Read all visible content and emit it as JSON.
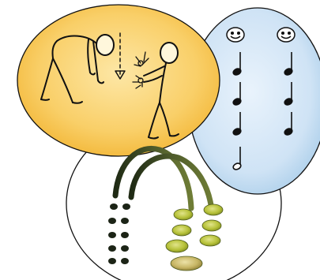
{
  "illustration": {
    "panels": [
      {
        "name": "orange-panel",
        "icon": "stick-figures-clapping-icon"
      },
      {
        "name": "blue-panel",
        "icon": "music-notes-icon"
      },
      {
        "name": "white-panel",
        "icon": "dot-grid-arcs-icon"
      }
    ],
    "colors": {
      "orange_fill": "#f7c04a",
      "orange_glow": "#fde7a6",
      "blue_fill": "#bcd9f1",
      "blue_glow": "#e9f3fc",
      "white_fill": "#ffffff",
      "outline": "#111111",
      "arc_dark": "#2f3a22",
      "arc_mid": "#5b6b2f",
      "pad_green": "#b7c23a",
      "pad_tan": "#c8b766",
      "dark_dot": "#1c2416"
    }
  }
}
